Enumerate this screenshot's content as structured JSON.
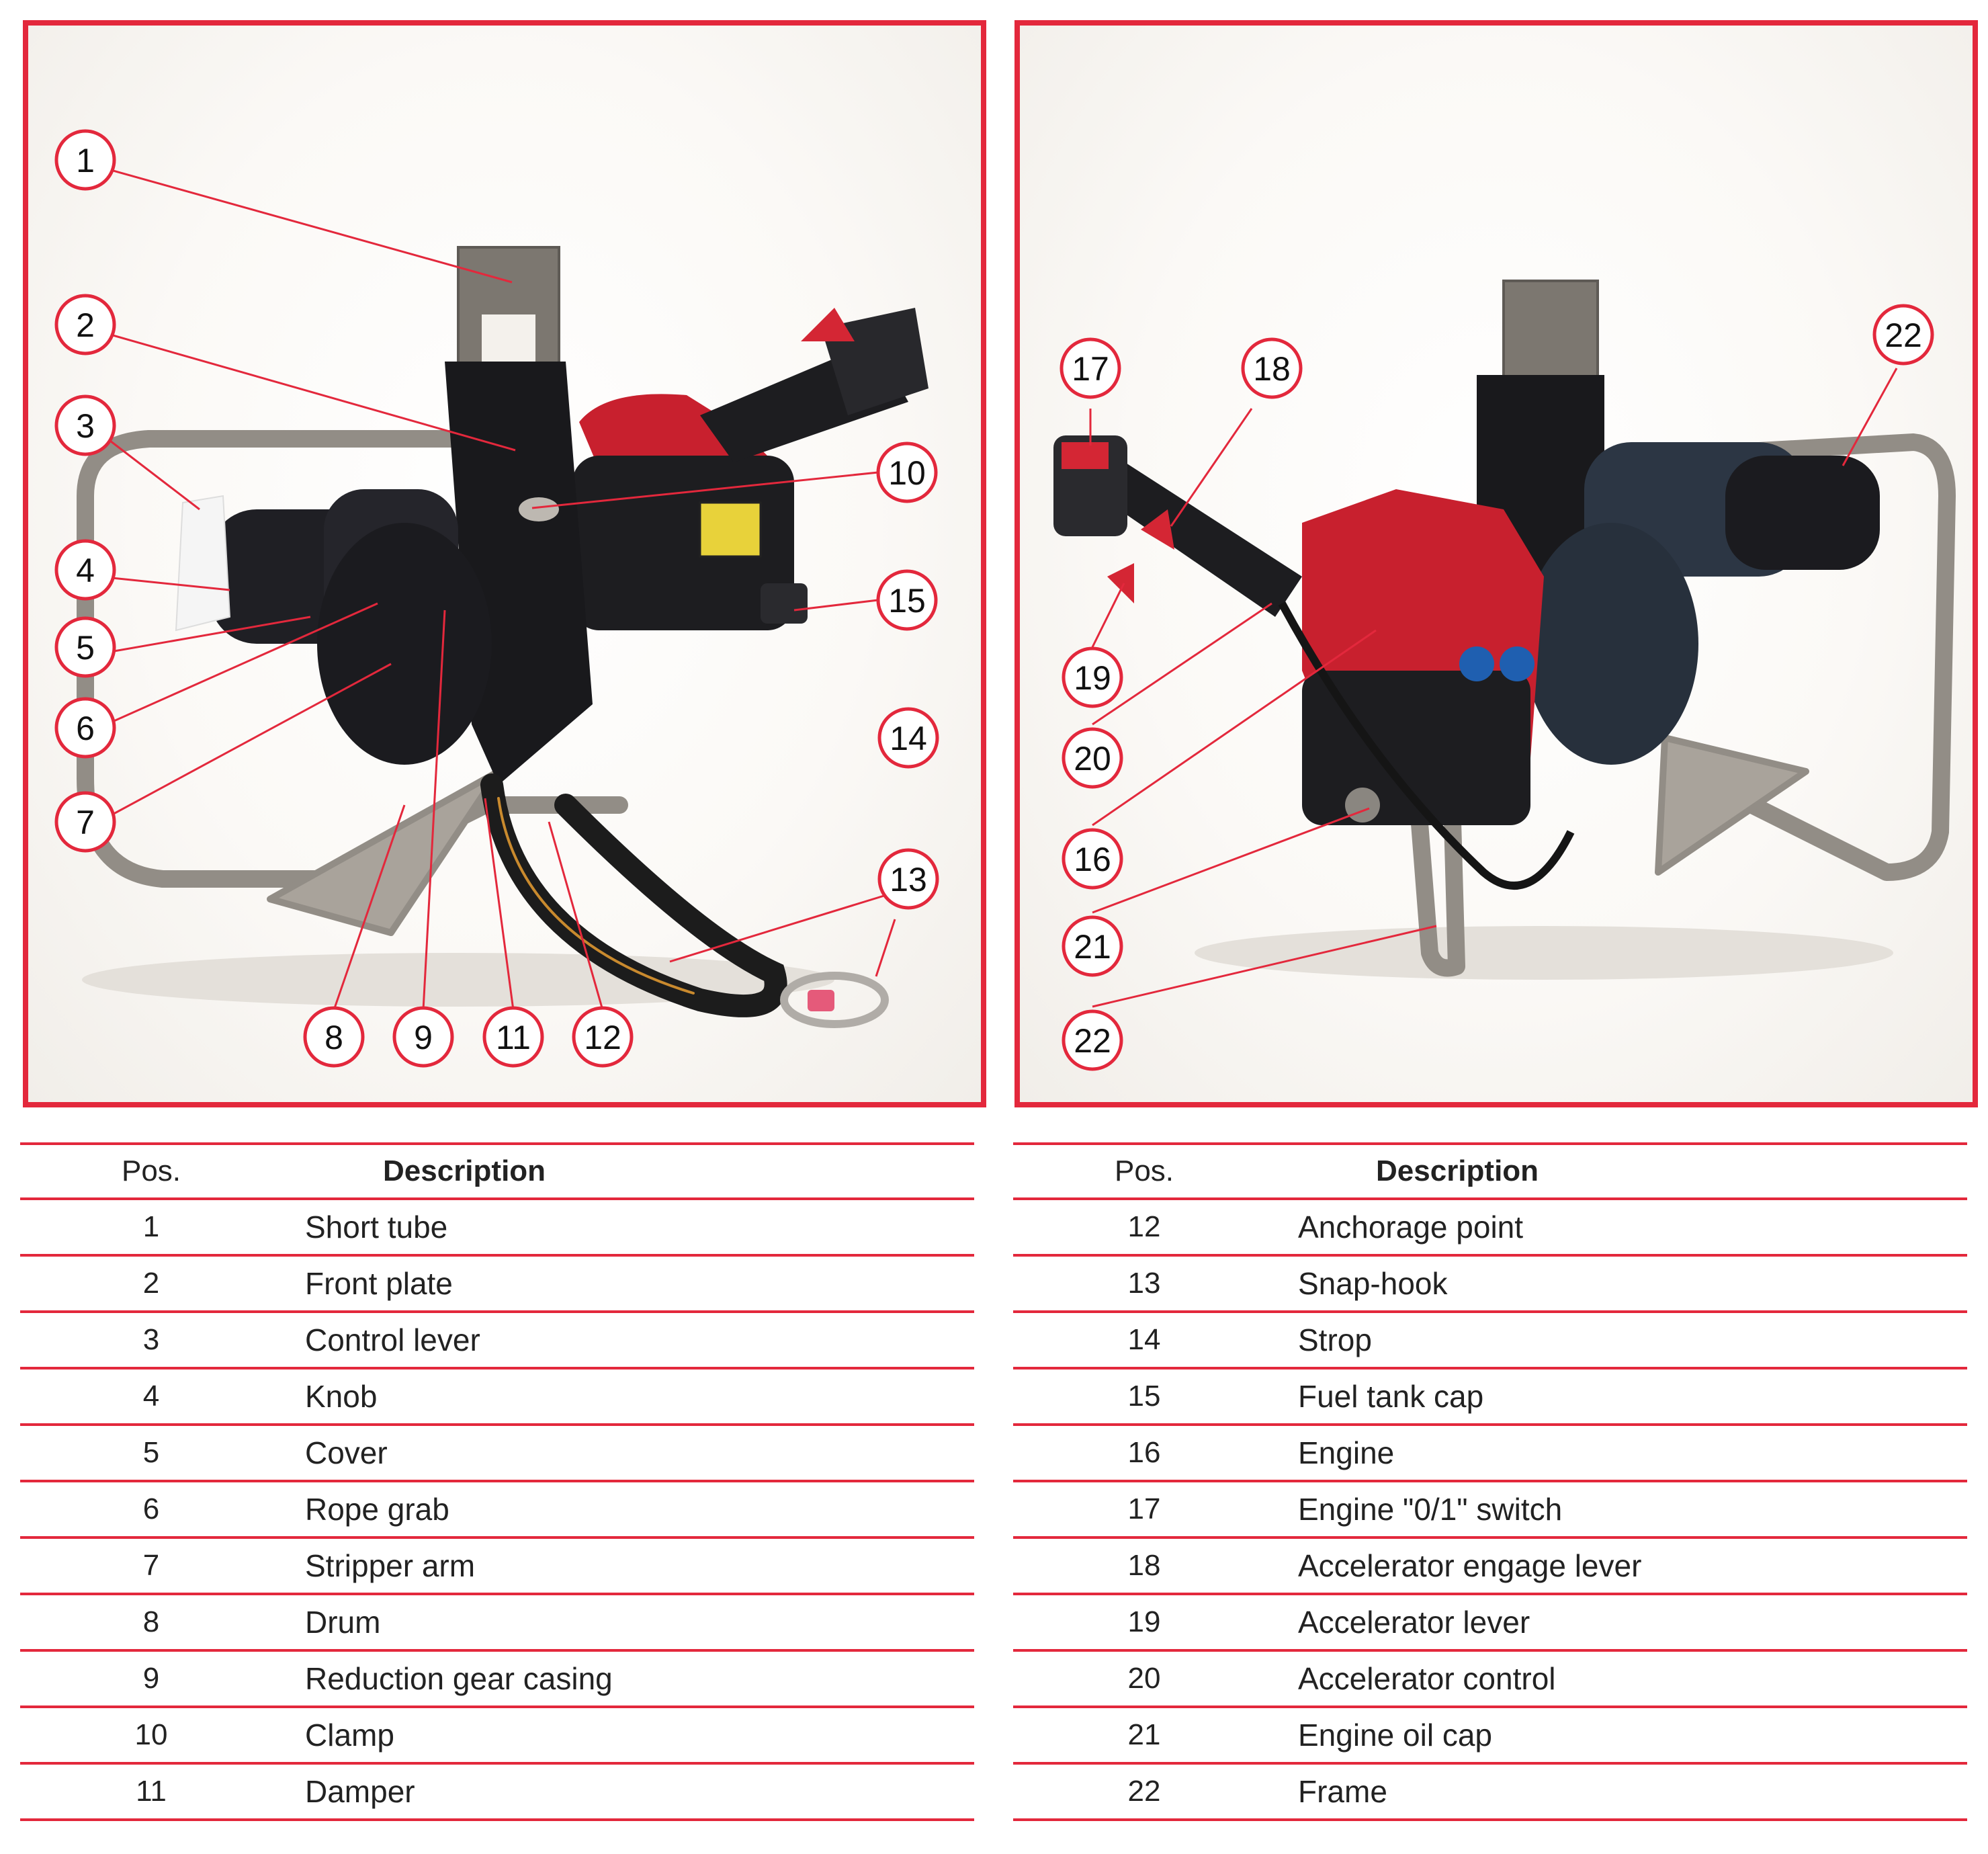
{
  "colors": {
    "accent": "#e3283c",
    "machine_red": "#c8202e",
    "machine_black": "#1d1d20",
    "steel": "#8f8a84"
  },
  "left_photo": {
    "callouts": [
      "1",
      "2",
      "3",
      "4",
      "5",
      "6",
      "7",
      "8",
      "9",
      "10",
      "11",
      "12",
      "13",
      "14",
      "15"
    ]
  },
  "right_photo": {
    "callouts": [
      "17",
      "18",
      "19",
      "20",
      "16",
      "21",
      "22",
      "22"
    ]
  },
  "left_table": {
    "header_pos": "Pos.",
    "header_desc": "Description",
    "rows": [
      {
        "pos": "1",
        "desc": "Short tube"
      },
      {
        "pos": "2",
        "desc": "Front plate"
      },
      {
        "pos": "3",
        "desc": "Control lever"
      },
      {
        "pos": "4",
        "desc": "Knob"
      },
      {
        "pos": "5",
        "desc": "Cover"
      },
      {
        "pos": "6",
        "desc": "Rope grab"
      },
      {
        "pos": "7",
        "desc": "Stripper arm"
      },
      {
        "pos": "8",
        "desc": "Drum"
      },
      {
        "pos": "9",
        "desc": "Reduction gear casing"
      },
      {
        "pos": "10",
        "desc": "Clamp"
      },
      {
        "pos": "11",
        "desc": "Damper"
      }
    ]
  },
  "right_table": {
    "header_pos": "Pos.",
    "header_desc": "Description",
    "rows": [
      {
        "pos": "12",
        "desc": "Anchorage point"
      },
      {
        "pos": "13",
        "desc": "Snap-hook"
      },
      {
        "pos": "14",
        "desc": "Strop"
      },
      {
        "pos": "15",
        "desc": "Fuel tank cap"
      },
      {
        "pos": "16",
        "desc": "Engine"
      },
      {
        "pos": "17",
        "desc": "Engine \"0/1\" switch"
      },
      {
        "pos": "18",
        "desc": "Accelerator engage lever"
      },
      {
        "pos": "19",
        "desc": "Accelerator lever"
      },
      {
        "pos": "20",
        "desc": "Accelerator control"
      },
      {
        "pos": "21",
        "desc": "Engine oil cap"
      },
      {
        "pos": "22",
        "desc": "Frame"
      }
    ]
  }
}
